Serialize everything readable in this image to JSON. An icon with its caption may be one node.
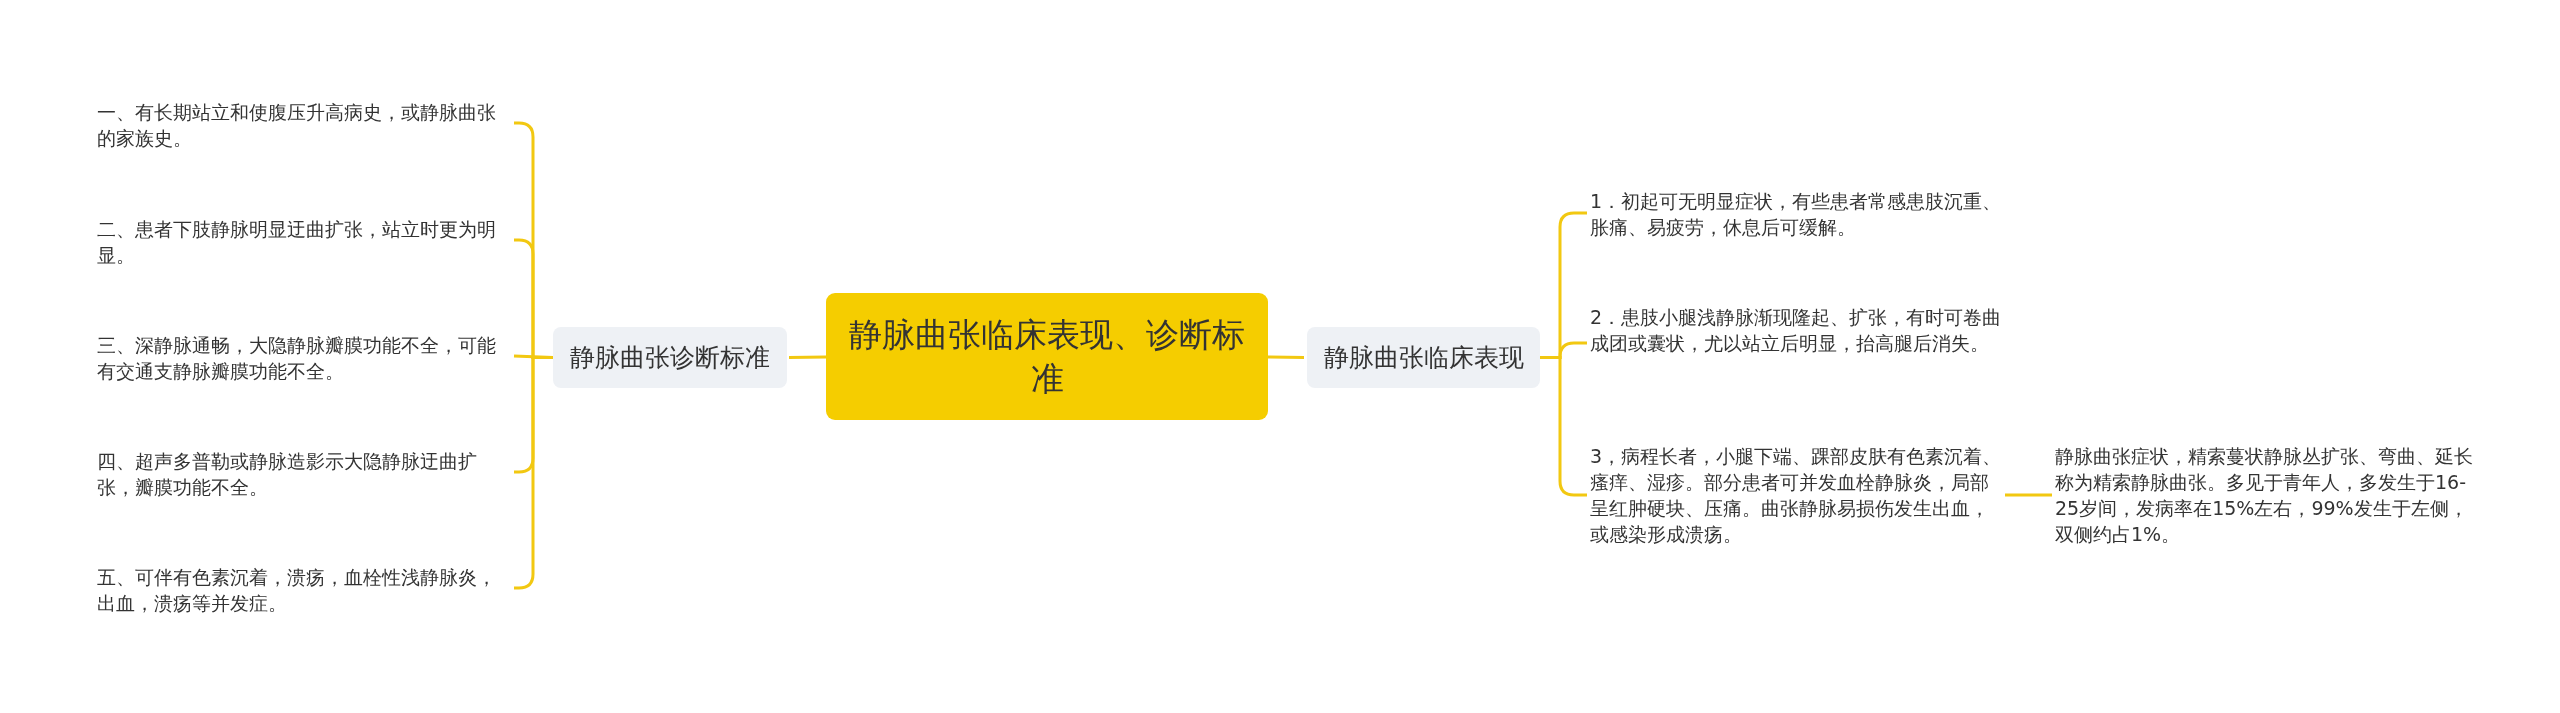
{
  "diagram": {
    "nodes": [
      {
        "text": [
          "静脉曲张临床表现、诊断标准"
        ]
      },
      {
        "text": [
          "静脉曲张诊断标准"
        ]
      },
      {
        "text": [
          "一、有长期站立和使腹压升高病史，或静脉曲张的家族史。"
        ]
      },
      {
        "text": [
          "二、患者下肢静脉明显迂曲扩张，站立时更为明显。"
        ]
      },
      {
        "text": [
          "三、深静脉通畅，大隐静脉瓣膜功能不全，可能有交通支静脉瓣膜功能不全。"
        ]
      },
      {
        "text": [
          "四、超声多普勒或静脉造影示大隐静脉迂曲扩张，瓣膜功能不全。"
        ]
      },
      {
        "text": [
          "五、可伴有色素沉着，溃疡，血栓性浅静脉炎，出血，溃疡等并发症。"
        ]
      },
      {
        "text": [
          "静脉曲张临床表现"
        ]
      },
      {
        "text": [
          "1．初起可无明显症状，有些患者常感患肢沉重、胀痛、易疲劳，休息后可缓解。"
        ]
      },
      {
        "text": [
          "2．患肢小腿浅静脉渐现隆起、扩张，有时可卷曲成团或囊状，尤以站立后明显，抬高腿后消失。"
        ]
      },
      {
        "text": [
          "3，病程长者，小腿下端、踝部皮肤有色素沉着、瘙痒、湿疹。部分患者可并发血栓静脉炎，局部呈红肿硬块、压痛。曲张静脉易损伤发生出血，或感染形成溃疡。"
        ]
      },
      {
        "text": [
          "静脉曲张症状，精索蔓状静脉丛扩张、弯曲、延长称为精索静脉曲张。多见于青年人，多发生于16-25岁间，发病率在15%左右，99%发生于左侧，双侧约占1%。"
        ]
      }
    ],
    "edges": [
      {
        "from": 0,
        "to": 1,
        "arrow": "none"
      },
      {
        "from": 1,
        "to": 2,
        "arrow": "none"
      },
      {
        "from": 1,
        "to": 3,
        "arrow": "none"
      },
      {
        "from": 1,
        "to": 4,
        "arrow": "none"
      },
      {
        "from": 1,
        "to": 5,
        "arrow": "none"
      },
      {
        "from": 1,
        "to": 6,
        "arrow": "none"
      },
      {
        "from": 0,
        "to": 7,
        "arrow": "none"
      },
      {
        "from": 7,
        "to": 8,
        "arrow": "none"
      },
      {
        "from": 7,
        "to": 9,
        "arrow": "none"
      },
      {
        "from": 7,
        "to": 10,
        "arrow": "none"
      },
      {
        "from": 10,
        "to": 11,
        "arrow": "none"
      }
    ]
  }
}
